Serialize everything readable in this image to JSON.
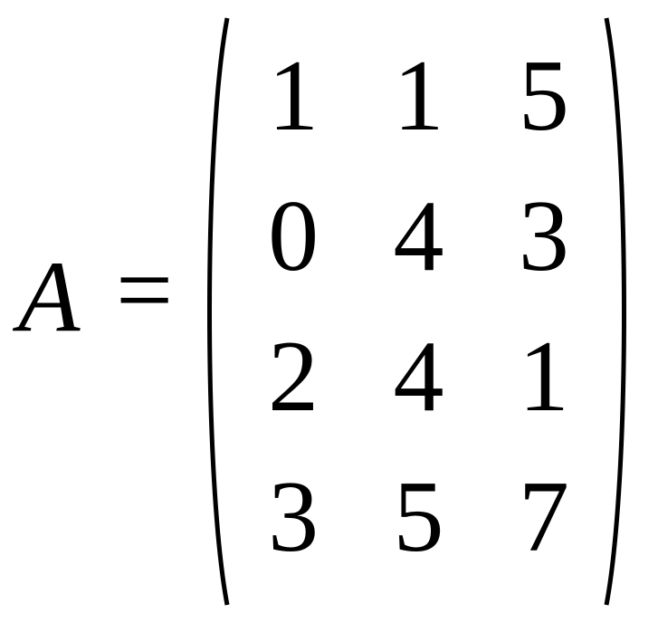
{
  "equation": {
    "variable": "A",
    "operator": "=",
    "matrix": [
      [
        "1",
        "1",
        "5"
      ],
      [
        "0",
        "4",
        "3"
      ],
      [
        "2",
        "4",
        "1"
      ],
      [
        "3",
        "5",
        "7"
      ]
    ]
  }
}
